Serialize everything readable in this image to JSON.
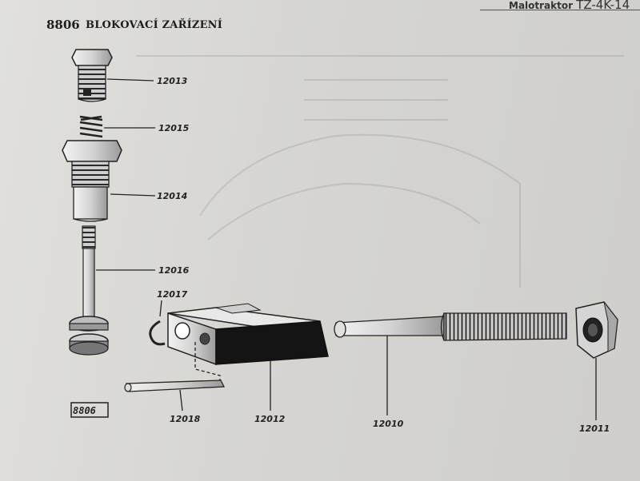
{
  "header": {
    "section_number": "8806",
    "title": "BLOKOVACÍ ZAŘÍZENÍ",
    "right_text_a": "Malotraktor",
    "right_text_b": "TZ-4K-14"
  },
  "section_box": "8806",
  "parts": [
    {
      "id": "p12013",
      "number": "12013"
    },
    {
      "id": "p12015",
      "number": "12015"
    },
    {
      "id": "p12014",
      "number": "12014"
    },
    {
      "id": "p12016",
      "number": "12016"
    },
    {
      "id": "p12017",
      "number": "12017"
    },
    {
      "id": "p12018",
      "number": "12018"
    },
    {
      "id": "p12012",
      "number": "12012"
    },
    {
      "id": "p12010",
      "number": "12010"
    },
    {
      "id": "p12011",
      "number": "12011"
    }
  ]
}
